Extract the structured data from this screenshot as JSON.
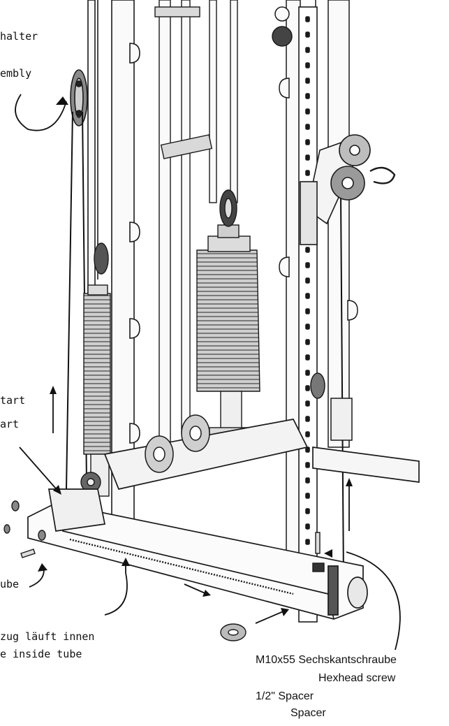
{
  "labels": {
    "top_left_1": "halter",
    "top_left_2": "embly",
    "mid_left_1": "tart",
    "mid_left_2": "art",
    "tube_label": "ube",
    "cable_de": "zug läuft innen",
    "cable_en": "e inside tube",
    "screw_de": "M10x55 Sechskantschraube",
    "screw_en": "Hexhead screw",
    "spacer_de": "1/2\" Spacer",
    "spacer_en": "Spacer"
  },
  "colors": {
    "line": "#1a1a1a",
    "fill_light": "#f2f2f2",
    "fill_mid": "#bfbfbf",
    "fill_dark": "#6a6a6a"
  }
}
